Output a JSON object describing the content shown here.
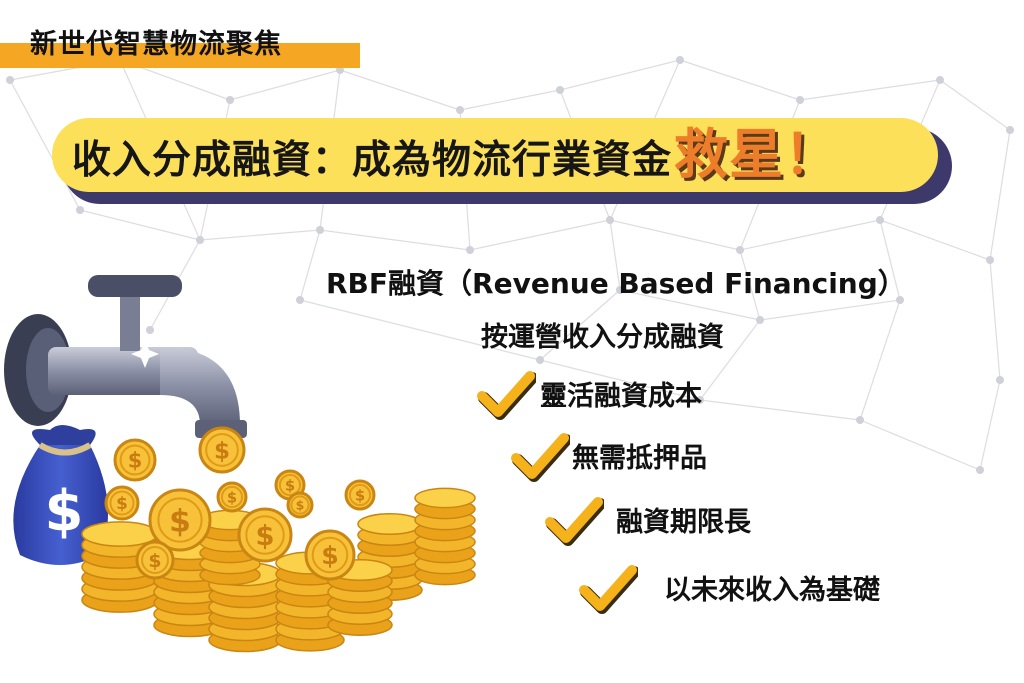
{
  "tag": {
    "text": "新世代智慧物流聚焦"
  },
  "banner": {
    "title_main": "收入分成融資：成為物流行業資金",
    "title_accent": "救星！"
  },
  "rbf_line": "RBF融資（Revenue Based Financing）",
  "subtitle": "按運營收入分成融資",
  "benefits": [
    {
      "label": "靈活融資成本",
      "icon": "checkmark-icon"
    },
    {
      "label": "無需抵押品",
      "icon": "checkmark-icon"
    },
    {
      "label": "融資期限長",
      "icon": "checkmark-icon"
    },
    {
      "label": "以未來收入為基礎",
      "icon": "checkmark-icon"
    }
  ],
  "illustration": {
    "icons": [
      "faucet-icon",
      "money-bag-icon",
      "dollar-coin-icon",
      "coin-stack-icon"
    ],
    "bag_symbol": "$",
    "coin_symbol": "$"
  },
  "colors": {
    "accent_yellow": "#fde05a",
    "accent_orange": "#f5a623",
    "banner_shadow": "#3d3a6b",
    "check_yellow": "#f5b21b",
    "bag_blue": "#3b4eb8"
  }
}
